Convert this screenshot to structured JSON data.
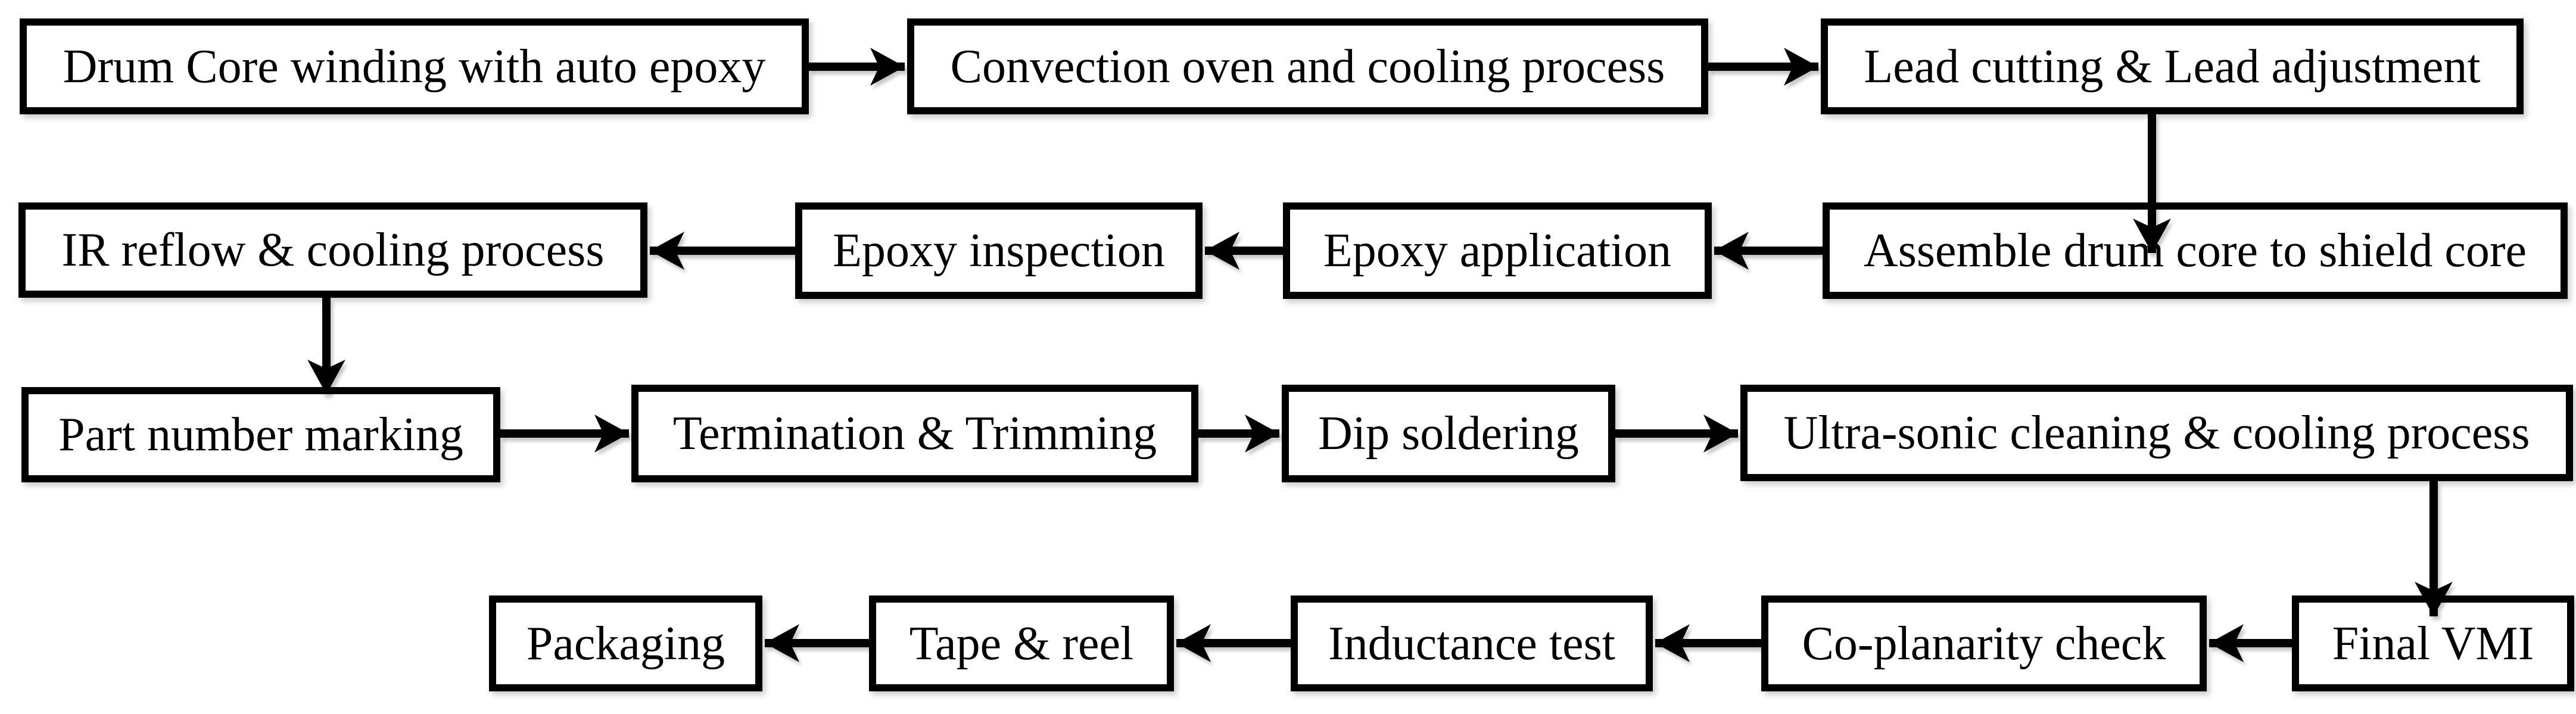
{
  "diagram": {
    "type": "flowchart",
    "background_color": "#ffffff",
    "box_fill_color": "#ffffff",
    "box_border_color": "#000000",
    "text_color": "#000000",
    "arrow_color": "#000000",
    "nodes": [
      {
        "id": "n1",
        "label": "Drum Core winding with auto epoxy",
        "row": 1
      },
      {
        "id": "n2",
        "label": "Convection oven and cooling process",
        "row": 1
      },
      {
        "id": "n3",
        "label": "Lead cutting & Lead adjustment",
        "row": 1
      },
      {
        "id": "n4",
        "label": "Assemble drum core to shield core",
        "row": 2
      },
      {
        "id": "n5",
        "label": "Epoxy application",
        "row": 2
      },
      {
        "id": "n6",
        "label": "Epoxy inspection",
        "row": 2
      },
      {
        "id": "n7",
        "label": "IR reflow & cooling process",
        "row": 2
      },
      {
        "id": "n8",
        "label": "Part number marking",
        "row": 3
      },
      {
        "id": "n9",
        "label": "Termination & Trimming",
        "row": 3
      },
      {
        "id": "n10",
        "label": "Dip soldering",
        "row": 3
      },
      {
        "id": "n11",
        "label": "Ultra-sonic cleaning & cooling process",
        "row": 3
      },
      {
        "id": "n12",
        "label": "Final VMI",
        "row": 4
      },
      {
        "id": "n13",
        "label": "Co-planarity check",
        "row": 4
      },
      {
        "id": "n14",
        "label": "Inductance test",
        "row": 4
      },
      {
        "id": "n15",
        "label": "Tape & reel",
        "row": 4
      },
      {
        "id": "n16",
        "label": "Packaging",
        "row": 4
      }
    ],
    "edges": [
      {
        "from": "n1",
        "to": "n2",
        "direction": "right"
      },
      {
        "from": "n2",
        "to": "n3",
        "direction": "right"
      },
      {
        "from": "n3",
        "to": "n4",
        "direction": "down"
      },
      {
        "from": "n4",
        "to": "n5",
        "direction": "left"
      },
      {
        "from": "n5",
        "to": "n6",
        "direction": "left"
      },
      {
        "from": "n6",
        "to": "n7",
        "direction": "left"
      },
      {
        "from": "n7",
        "to": "n8",
        "direction": "down"
      },
      {
        "from": "n8",
        "to": "n9",
        "direction": "right"
      },
      {
        "from": "n9",
        "to": "n10",
        "direction": "right"
      },
      {
        "from": "n10",
        "to": "n11",
        "direction": "right"
      },
      {
        "from": "n11",
        "to": "n12",
        "direction": "down"
      },
      {
        "from": "n12",
        "to": "n13",
        "direction": "left"
      },
      {
        "from": "n13",
        "to": "n14",
        "direction": "left"
      },
      {
        "from": "n14",
        "to": "n15",
        "direction": "left"
      },
      {
        "from": "n15",
        "to": "n16",
        "direction": "left"
      }
    ]
  }
}
